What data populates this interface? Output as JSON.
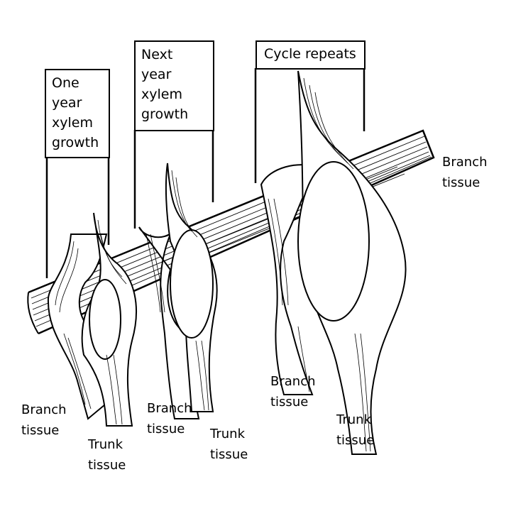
{
  "stages": [
    {
      "box_lines": [
        "One",
        "year",
        "xylem",
        "growth"
      ]
    },
    {
      "box_lines": [
        "Next",
        "year",
        "xylem",
        "growth"
      ]
    },
    {
      "box_lines": [
        "Cycle repeats"
      ]
    }
  ],
  "tissue_labels": {
    "branch_right": [
      "Branch",
      "tissue"
    ],
    "branch_1": [
      "Branch",
      "tissue"
    ],
    "trunk_1": [
      "Trunk",
      "tissue"
    ],
    "branch_2": [
      "Branch",
      "tissue"
    ],
    "trunk_2": [
      "Trunk",
      "tissue"
    ],
    "branch_3": [
      "Branch",
      "tissue"
    ],
    "trunk_3": [
      "Trunk",
      "tissue"
    ]
  },
  "colors": {
    "ink": "#000000",
    "background": "#ffffff"
  }
}
